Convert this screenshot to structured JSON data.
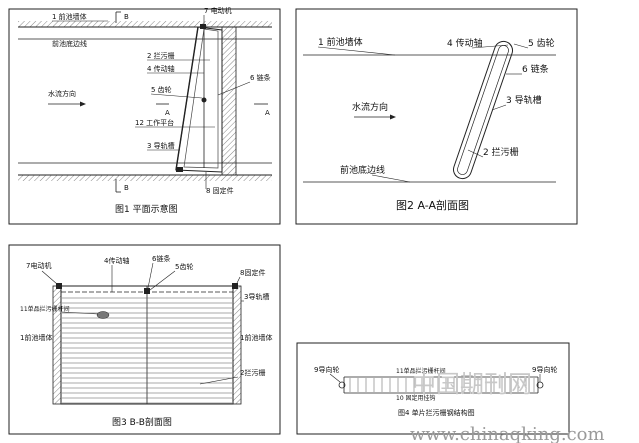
{
  "fig1": {
    "caption": "图1 平面示意图",
    "labels": {
      "wall": "1 前池墙体",
      "bottom_edge": "前池底边线",
      "flow": "水流方向",
      "motor": "7 电动机",
      "rack": "2 拦污栅",
      "shaft": "4 传动轴",
      "gear": "5 齿轮",
      "chain": "6 链条",
      "platform": "12 工作平台",
      "rail": "3 导轨槽",
      "support": "8 固定件",
      "sec_b_top": "B",
      "sec_b_bot": "B",
      "sec_a_left": "A",
      "sec_a_right": "A"
    }
  },
  "fig2": {
    "caption": "图2  A-A剖面图",
    "labels": {
      "wall": "1 前池墙体",
      "shaft": "4 传动轴",
      "gear": "5 齿轮",
      "chain": "6 链条",
      "flow": "水流方向",
      "rail": "3 导轨槽",
      "rack": "2 拦污栅",
      "bottom_edge": "前池底边线"
    }
  },
  "fig3": {
    "caption": "图3 B-B剖面图",
    "labels": {
      "motor": "7电动机",
      "shaft": "4传动轴",
      "chain": "6链条",
      "gear": "5齿轮",
      "support": "8固定件",
      "rail": "3导轨槽",
      "wall_left": "1前池墙体",
      "wall_right": "1前池墙体",
      "rack": "2拦污栅",
      "small_left": "11单品拦污栅杆间"
    }
  },
  "fig4": {
    "caption": "图4 单片拦污栅钢结构图",
    "labels": {
      "left_wheel": "9导向轮",
      "right_wheel": "9导向轮",
      "mid_top": "11单品拦污栅杆间",
      "mid_bottom": "10 固定用挂钩"
    }
  },
  "watermark": {
    "cn": "中国期刊网",
    "url": "www.chinaqking.com"
  }
}
